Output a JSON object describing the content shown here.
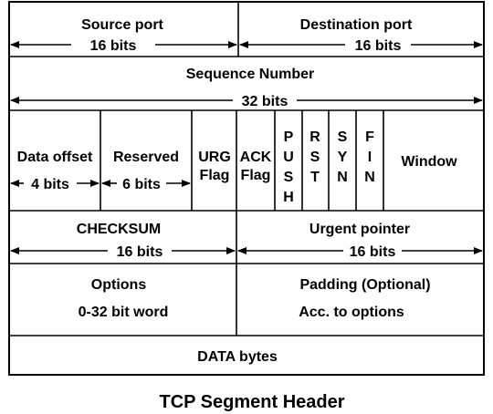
{
  "title": "TCP Segment Header",
  "fields": {
    "source_port": {
      "label": "Source port",
      "size": "16 bits"
    },
    "destination_port": {
      "label": "Destination port",
      "size": "16 bits"
    },
    "sequence_number": {
      "label": "Sequence Number",
      "size": "32 bits"
    },
    "data_offset": {
      "label": "Data offset",
      "size": "4 bits"
    },
    "reserved": {
      "label": "Reserved",
      "size": "6 bits"
    },
    "urg": {
      "line1": "URG",
      "line2": "Flag"
    },
    "ack": {
      "line1": "ACK",
      "line2": "Flag"
    },
    "psh": [
      "P",
      "U",
      "S",
      "H"
    ],
    "rst": [
      "R",
      "S",
      "T"
    ],
    "syn": [
      "S",
      "Y",
      "N"
    ],
    "fin": [
      "F",
      "I",
      "N"
    ],
    "window": {
      "label": "Window"
    },
    "checksum": {
      "label": "CHECKSUM",
      "size": "16 bits"
    },
    "urgent_pointer": {
      "label": "Urgent pointer",
      "size": "16 bits"
    },
    "options": {
      "label": "Options",
      "detail": "0-32 bit word"
    },
    "padding": {
      "label": "Padding (Optional)",
      "detail": "Acc. to options"
    },
    "data": {
      "label": "DATA bytes"
    }
  }
}
